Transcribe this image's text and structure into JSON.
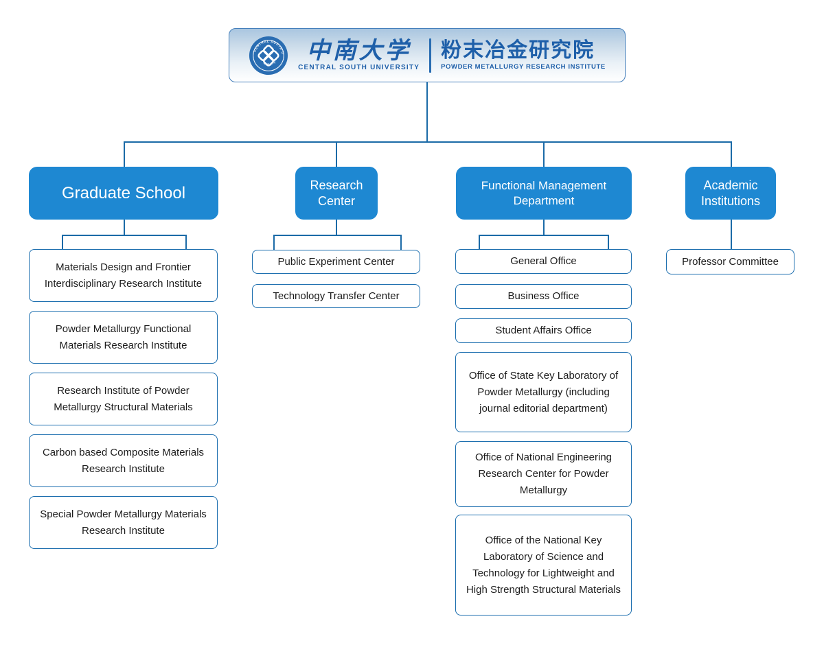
{
  "header": {
    "university_cn": "中南大学",
    "university_en": "CENTRAL SOUTH UNIVERSITY",
    "institute_cn": "粉末冶金研究院",
    "institute_en": "POWDER METALLURGY RESEARCH INSTITUTE",
    "logo": "central-south-university-seal"
  },
  "colors": {
    "branch_fill": "#1e88d2",
    "branch_text": "#ffffff",
    "connector_line": "#1b6aa7",
    "child_border": "#1a6dae",
    "header_text": "#1e5fa9",
    "header_gradient_top": "#a9c6e0",
    "header_gradient_bottom": "#ffffff"
  },
  "branches": [
    {
      "label": "Graduate School",
      "children": [
        "Materials Design and Frontier Interdisciplinary Research Institute",
        "Powder Metallurgy Functional Materials Research Institute",
        "Research Institute of Powder Metallurgy Structural Materials",
        "Carbon based Composite Materials Research Institute",
        "Special Powder Metallurgy Materials Research Institute"
      ]
    },
    {
      "label": "Research Center",
      "children": [
        "Public Experiment Center",
        "Technology Transfer Center"
      ]
    },
    {
      "label": "Functional Management Department",
      "children": [
        "General Office",
        "Business Office",
        "Student Affairs Office",
        "Office of State Key Laboratory of Powder Metallurgy (including journal editorial department)",
        "Office of National Engineering Research Center for Powder Metallurgy",
        "Office of the National Key Laboratory of Science and Technology for Lightweight and High Strength Structural Materials"
      ]
    },
    {
      "label": "Academic Institutions",
      "children": [
        "Professor Committee"
      ]
    }
  ]
}
